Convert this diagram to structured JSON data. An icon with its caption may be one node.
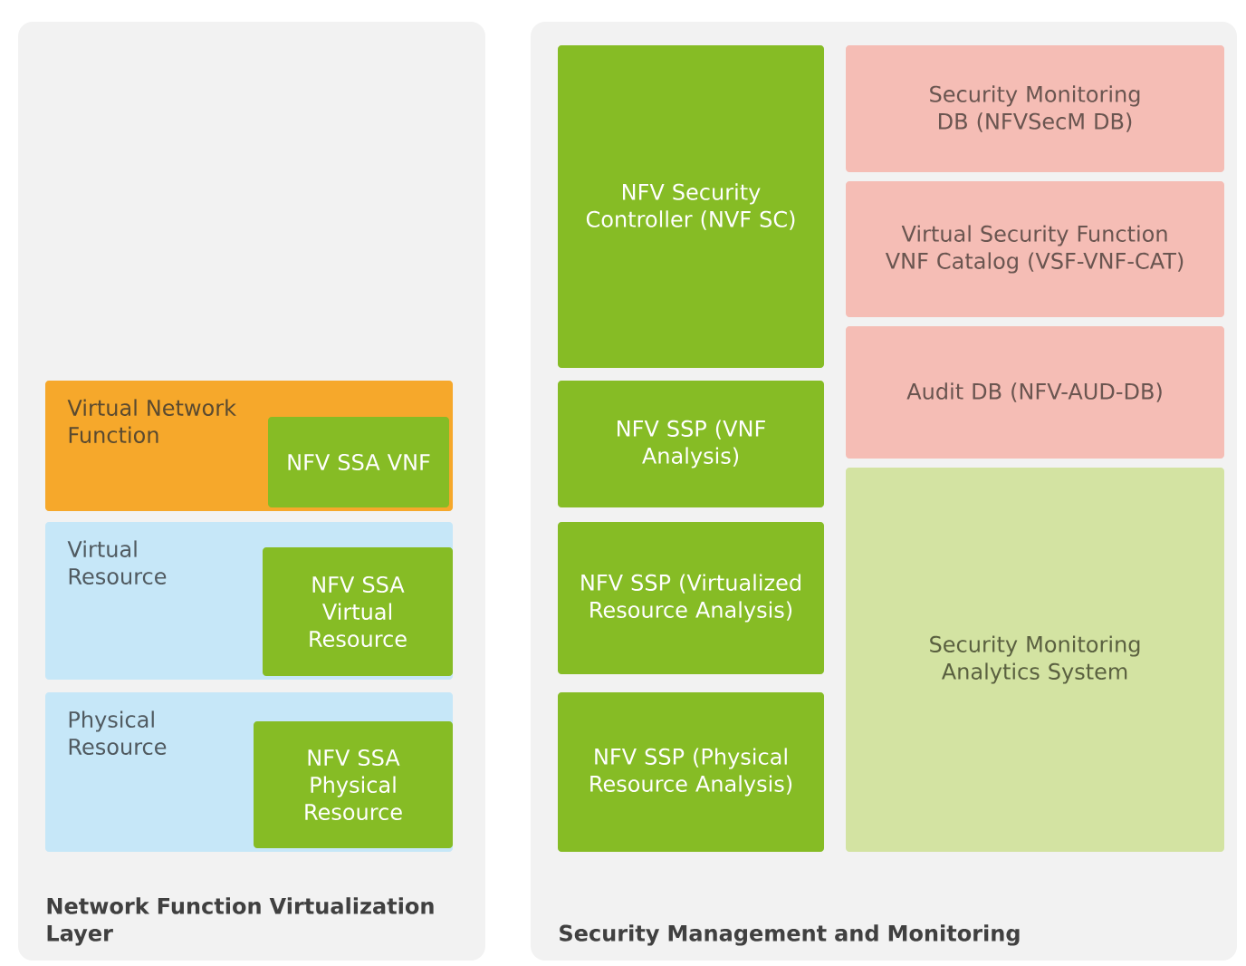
{
  "diagram": {
    "nodes": [
      {
        "text": [
          "Network Function Virtualization Layer"
        ]
      },
      {
        "text": [
          "Virtual Network Function"
        ],
        "in": 0
      },
      {
        "text": [
          "NFV SSA VNF"
        ],
        "in": 1
      },
      {
        "text": [
          "Virtual Resource"
        ],
        "in": 0
      },
      {
        "text": [
          "NFV SSA Virtual Resource"
        ],
        "in": 3
      },
      {
        "text": [
          "Physical Resource"
        ],
        "in": 0
      },
      {
        "text": [
          "NFV SSA Physical Resource"
        ],
        "in": 5
      },
      {
        "text": [
          "Security Management and Monitoring"
        ]
      },
      {
        "text": [
          "NFV Security Controller (NVF SC)"
        ],
        "in": 7
      },
      {
        "text": [
          "NFV SSP (VNF Analysis)"
        ],
        "in": 7
      },
      {
        "text": [
          "NFV SSP (Virtualized Resource Analysis)"
        ],
        "in": 7
      },
      {
        "text": [
          "NFV SSP (Physical Resource Analysis)"
        ],
        "in": 7
      },
      {
        "text": [
          "Security Monitoring DB (NFVSecM DB)"
        ],
        "in": 7
      },
      {
        "text": [
          "Virtual Security Function VNF Catalog (VSF-VNF-CAT)"
        ],
        "in": 7
      },
      {
        "text": [
          "Audit DB (NFV-AUD-DB)"
        ],
        "in": 7
      },
      {
        "text": [
          "Security Monitoring Analytics System"
        ],
        "in": 7
      }
    ]
  }
}
